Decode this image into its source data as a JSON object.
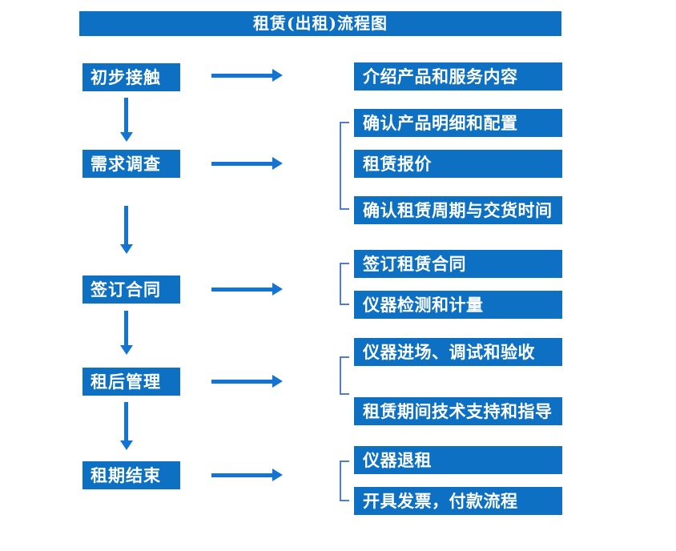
{
  "title": "租赁(出租)流程图",
  "colors": {
    "box_blue": "#0d70c2",
    "arrow_blue": "#1474d4",
    "bracket_blue": "#4f7dc8",
    "text_white": "#ffffff",
    "background": "#ffffff"
  },
  "steps": [
    {
      "label": "初步接触",
      "details": [
        "介绍产品和服务内容"
      ]
    },
    {
      "label": "需求调查",
      "details": [
        "确认产品明细和配置",
        "租赁报价",
        "确认租赁周期与交货时间"
      ]
    },
    {
      "label": "签订合同",
      "details": [
        "签订租赁合同",
        "仪器检测和计量"
      ]
    },
    {
      "label": "租后管理",
      "details": [
        "仪器进场、调试和验收",
        "租赁期间技术支持和指导"
      ]
    },
    {
      "label": "租期结束",
      "details": [
        "仪器退租",
        "开具发票，付款流程"
      ]
    }
  ]
}
